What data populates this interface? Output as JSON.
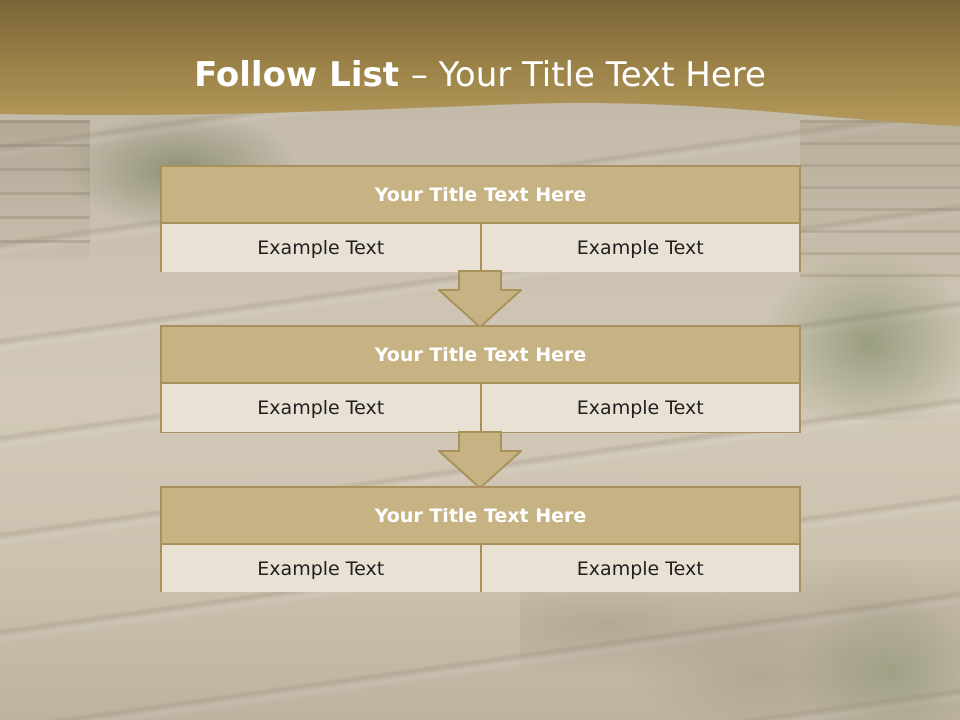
{
  "slide": {
    "title_bold": "Follow List ",
    "title_rest": " – Your Title Text Here",
    "colors": {
      "header_band": "#947c45",
      "box_border": "#a8915a",
      "box_header": "#c6b283",
      "box_cell": "#e8e1d4",
      "arrow_fill": "#c6b283"
    },
    "steps": [
      {
        "title": "Your Title Text Here",
        "left": "Example Text",
        "right": "Example Text"
      },
      {
        "title": "Your Title Text Here",
        "left": "Example Text",
        "right": "Example Text"
      },
      {
        "title": "Your Title Text Here",
        "left": "Example Text",
        "right": "Example Text"
      }
    ],
    "connectors": [
      "down-arrow-icon",
      "down-arrow-icon"
    ]
  }
}
